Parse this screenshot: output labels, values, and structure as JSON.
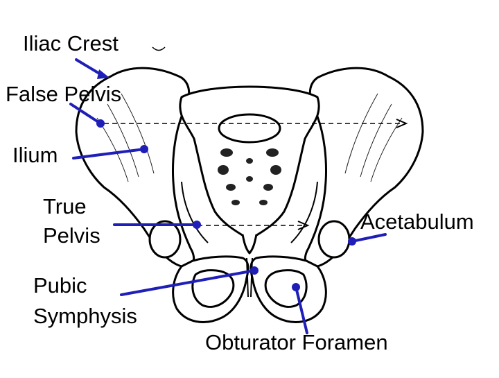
{
  "labels": {
    "iliac_crest": "Iliac Crest",
    "false_pelvis": "False Pelvis",
    "ilium": "Ilium",
    "true_pelvis_line1": "True",
    "true_pelvis_line2": "Pelvis",
    "acetabulum": "Acetabulum",
    "pubic_symphysis_line1": "Pubic",
    "pubic_symphysis_line2": "Symphysis",
    "obturator_foramen": "Obturator Foramen"
  },
  "colors": {
    "pointer": "#1f1fb8",
    "outline": "#000000",
    "background": "#ffffff"
  }
}
